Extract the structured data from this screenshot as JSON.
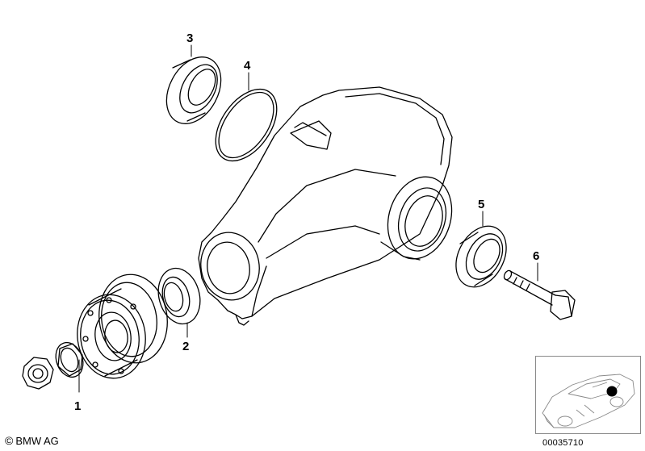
{
  "callouts": [
    {
      "id": "1",
      "label": "1"
    },
    {
      "id": "2",
      "label": "2"
    },
    {
      "id": "3",
      "label": "3"
    },
    {
      "id": "4",
      "label": "4"
    },
    {
      "id": "5",
      "label": "5"
    },
    {
      "id": "6",
      "label": "6"
    }
  ],
  "footer": {
    "copyright_symbol": "©",
    "copyright_text": "BMW AG",
    "catalog_number": "00035710"
  },
  "colors": {
    "line": "#000000",
    "background": "#ffffff",
    "marker": "#000000"
  }
}
